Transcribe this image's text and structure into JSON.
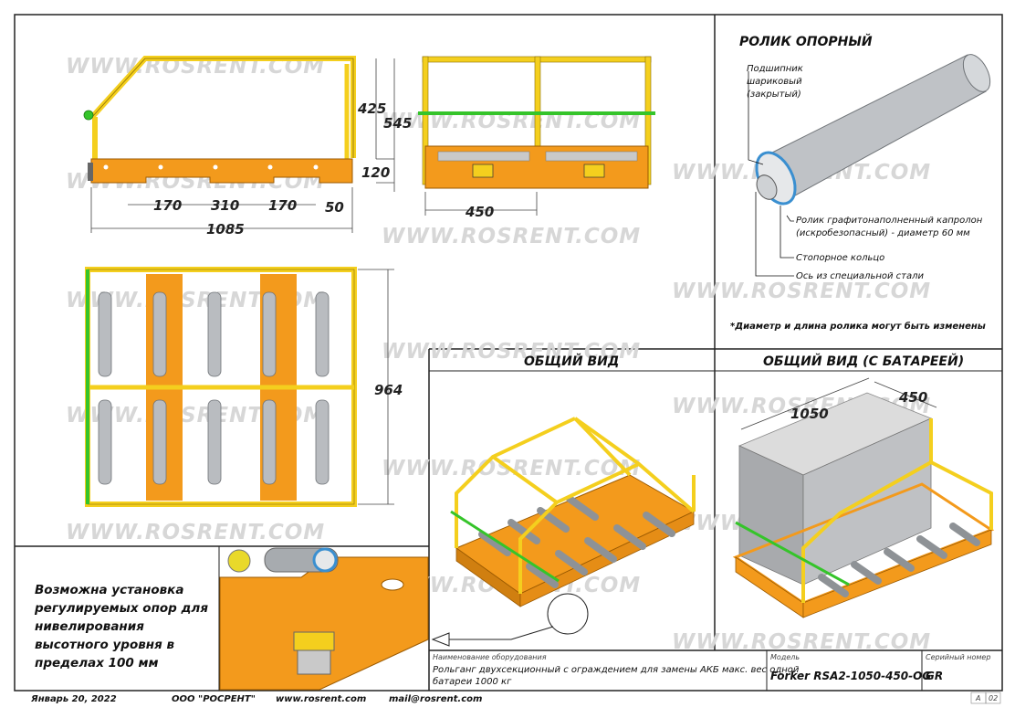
{
  "watermark": "WWW.ROSRENT.COM",
  "colors": {
    "frame_orange": "#f39a1c",
    "rail_yellow": "#f4cf1e",
    "guard_green": "#35c42a",
    "roller_grey": "#b9bcc0"
  },
  "side_view": {
    "dim_425": "425",
    "dim_545": "545",
    "dim_120": "120",
    "dim_170a": "170",
    "dim_310": "310",
    "dim_170b": "170",
    "dim_50": "50",
    "dim_1085": "1085"
  },
  "front_view": {
    "dim_450": "450"
  },
  "top_view": {
    "dim_964": "964"
  },
  "roller_detail": {
    "title": "РОЛИК ОПОРНЫЙ",
    "label_bearing_1": "Подшипник",
    "label_bearing_2": "шариковый",
    "label_bearing_3": "(закрытый)",
    "label_roller_1": "Ролик графитонаполненный капролон",
    "label_roller_2": "(искробезопасный) - диаметр 60 мм",
    "label_ring": "Стопорное кольцо",
    "label_axle": "Ось из специальной стали",
    "footnote": "*Диаметр и длина ролика могут быть изменены"
  },
  "general_view": {
    "title": "ОБЩИЙ ВИД"
  },
  "battery_view": {
    "title": "ОБЩИЙ ВИД (С БАТАРЕЕЙ)",
    "dim_1050": "1050",
    "dim_450": "450"
  },
  "support_note": "Возможна установка регулируемых опор для нивелирования высотного уровня в пределах 100 мм",
  "title_block": {
    "equipment_caption": "Наименование оборудования",
    "equipment_line1": "Рольганг двухсекционный с ограждением  для замены АКБ макс. вес одной",
    "equipment_line2": "батареи 1000 кг",
    "model_caption": "Модель",
    "model": "Forker RSA2-1050-450-OG",
    "serial_caption": "Серийный номер",
    "serial": "GR",
    "sheet_a": "A",
    "sheet_02": "02"
  },
  "footer": {
    "date": "Январь 20, 2022",
    "company": "ООО \"РОСРЕНТ\"",
    "site": "www.rosrent.com",
    "mail": "mail@rosrent.com"
  }
}
